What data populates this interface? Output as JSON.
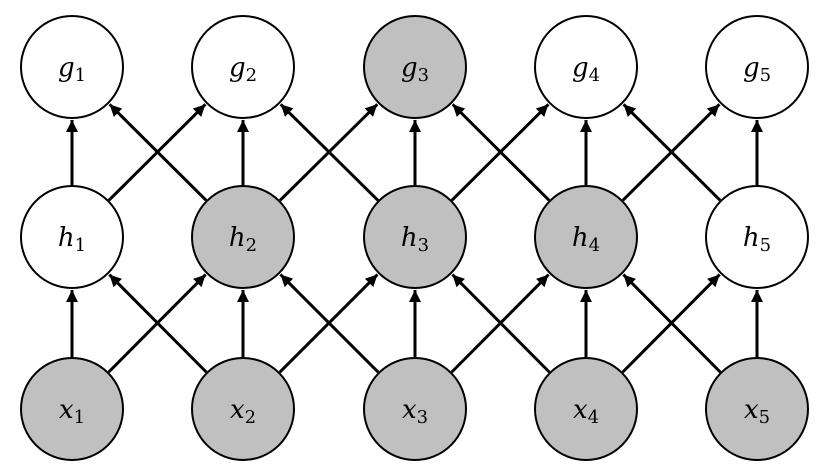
{
  "colors": {
    "shaded": "#c0c0c0",
    "unshaded": "#ffffff",
    "stroke": "#000000"
  },
  "layers": [
    {
      "id": "g",
      "nodes": [
        {
          "var": "g",
          "sub": "1",
          "shaded": false
        },
        {
          "var": "g",
          "sub": "2",
          "shaded": false
        },
        {
          "var": "g",
          "sub": "3",
          "shaded": true
        },
        {
          "var": "g",
          "sub": "4",
          "shaded": false
        },
        {
          "var": "g",
          "sub": "5",
          "shaded": false
        }
      ]
    },
    {
      "id": "h",
      "nodes": [
        {
          "var": "h",
          "sub": "1",
          "shaded": false
        },
        {
          "var": "h",
          "sub": "2",
          "shaded": true
        },
        {
          "var": "h",
          "sub": "3",
          "shaded": true
        },
        {
          "var": "h",
          "sub": "4",
          "shaded": true
        },
        {
          "var": "h",
          "sub": "5",
          "shaded": false
        }
      ]
    },
    {
      "id": "x",
      "nodes": [
        {
          "var": "x",
          "sub": "1",
          "shaded": true
        },
        {
          "var": "x",
          "sub": "2",
          "shaded": true
        },
        {
          "var": "x",
          "sub": "3",
          "shaded": true
        },
        {
          "var": "x",
          "sub": "4",
          "shaded": true
        },
        {
          "var": "x",
          "sub": "5",
          "shaded": true
        }
      ]
    }
  ],
  "edges": [
    [
      "x1",
      "h1"
    ],
    [
      "x1",
      "h2"
    ],
    [
      "x2",
      "h1"
    ],
    [
      "x2",
      "h2"
    ],
    [
      "x2",
      "h3"
    ],
    [
      "x3",
      "h2"
    ],
    [
      "x3",
      "h3"
    ],
    [
      "x3",
      "h4"
    ],
    [
      "x4",
      "h3"
    ],
    [
      "x4",
      "h4"
    ],
    [
      "x4",
      "h5"
    ],
    [
      "x5",
      "h4"
    ],
    [
      "x5",
      "h5"
    ],
    [
      "h1",
      "g1"
    ],
    [
      "h1",
      "g2"
    ],
    [
      "h2",
      "g1"
    ],
    [
      "h2",
      "g2"
    ],
    [
      "h2",
      "g3"
    ],
    [
      "h3",
      "g2"
    ],
    [
      "h3",
      "g3"
    ],
    [
      "h3",
      "g4"
    ],
    [
      "h4",
      "g3"
    ],
    [
      "h4",
      "g4"
    ],
    [
      "h4",
      "g5"
    ],
    [
      "h5",
      "g4"
    ],
    [
      "h5",
      "g5"
    ]
  ]
}
